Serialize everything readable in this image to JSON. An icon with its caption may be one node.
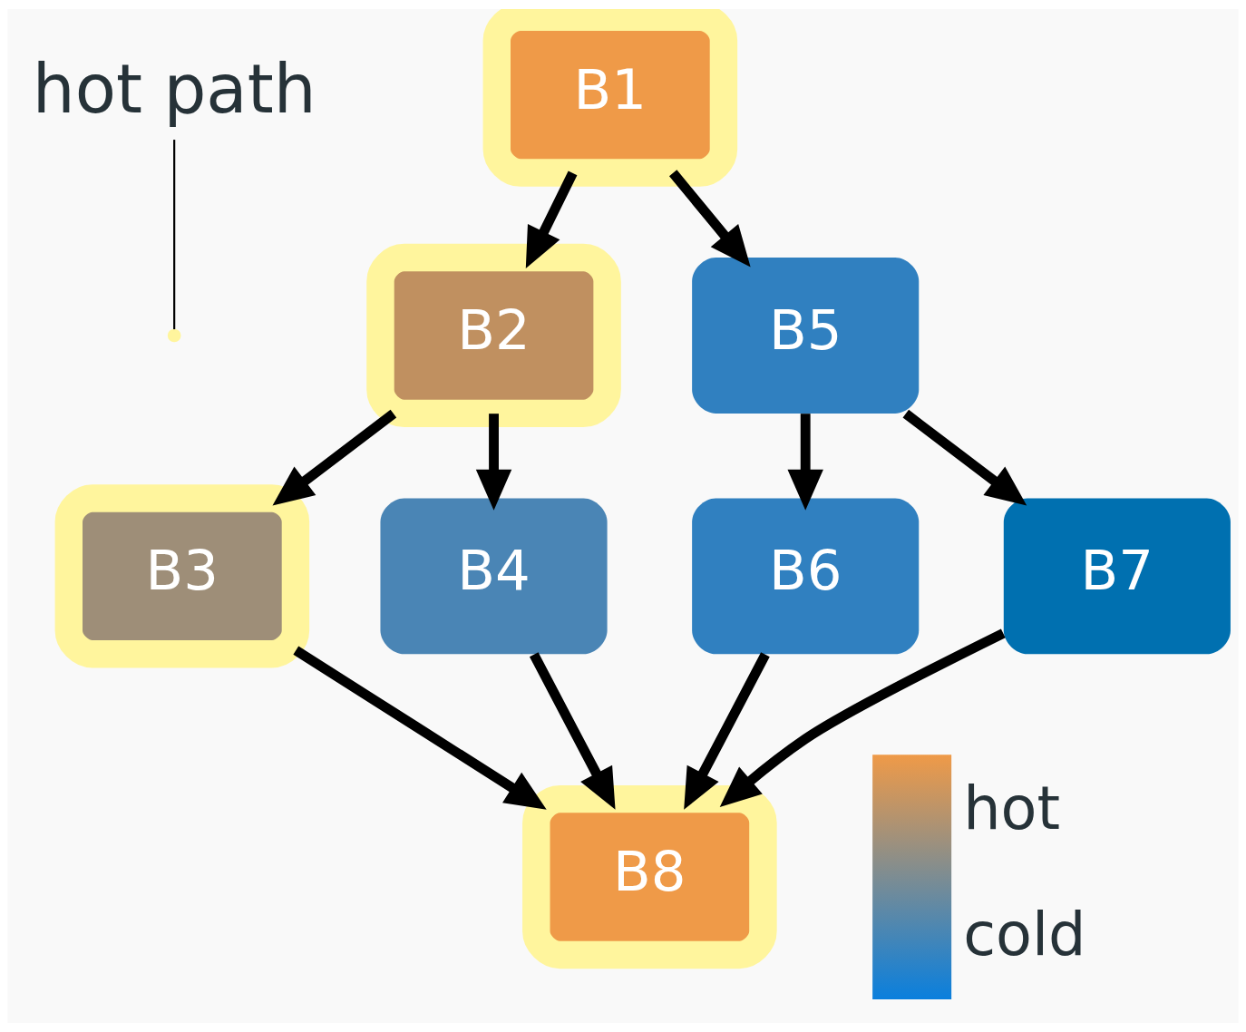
{
  "diagram": {
    "nodes": [
      {
        "text": [
          "hot path"
        ]
      },
      {
        "text": [
          "B1"
        ]
      },
      {
        "text": [
          "B2"
        ]
      },
      {
        "text": [
          "B3"
        ]
      },
      {
        "text": [
          "B4"
        ]
      },
      {
        "text": [
          "B5"
        ]
      },
      {
        "text": [
          "B6"
        ]
      },
      {
        "text": [
          "B7"
        ]
      },
      {
        "text": [
          "B8"
        ]
      }
    ],
    "edges": [
      {
        "from": 0,
        "to": null,
        "arrow": "none"
      },
      {
        "from": 1,
        "to": 2,
        "arrow": "to"
      },
      {
        "from": 1,
        "to": 5,
        "arrow": "to"
      },
      {
        "from": 2,
        "to": 3,
        "arrow": "to"
      },
      {
        "from": 2,
        "to": 4,
        "arrow": "to"
      },
      {
        "from": 5,
        "to": 6,
        "arrow": "to"
      },
      {
        "from": 5,
        "to": 7,
        "arrow": "to"
      },
      {
        "from": 3,
        "to": 8,
        "arrow": "to"
      },
      {
        "from": 4,
        "to": 8,
        "arrow": "to"
      },
      {
        "from": 6,
        "to": 8,
        "arrow": "to"
      },
      {
        "from": 7,
        "to": 8,
        "arrow": "to"
      }
    ],
    "legend": [
      {
        "text": "hot",
        "color": "#ef9a48"
      },
      {
        "text": "cold",
        "color": "#0a7fdd"
      }
    ]
  }
}
